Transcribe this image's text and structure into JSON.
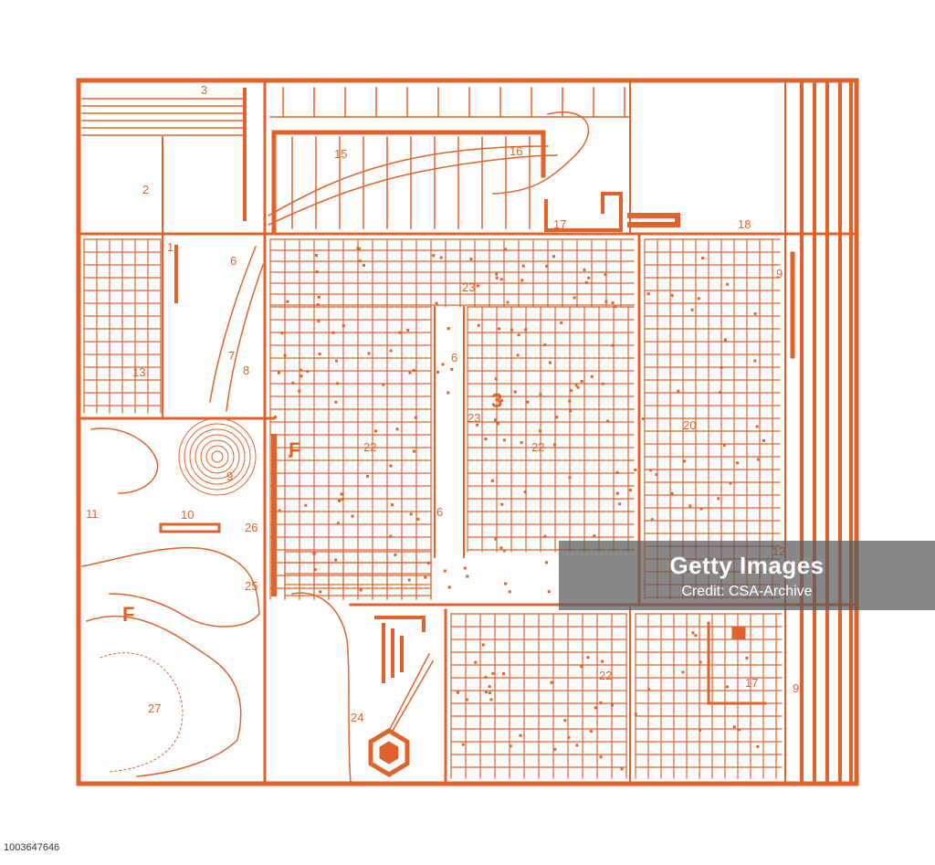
{
  "colors": {
    "ink": "#e2622b",
    "paper": "#ffffff",
    "watermark_bg": "#5a5a5a"
  },
  "map": {
    "labels": [
      "3",
      "2",
      "15",
      "16",
      "17",
      "18",
      "1",
      "6",
      "9",
      "13",
      "7",
      "8",
      "23",
      "6",
      "3",
      "23",
      "20",
      "22",
      "22",
      "9",
      "11",
      "10",
      "26",
      "6",
      "12",
      "25",
      "27",
      "22",
      "17",
      "9",
      "24",
      "F",
      "F"
    ]
  },
  "watermark": {
    "brand": "Getty Images",
    "credit": "Credit: CSA-Archive"
  },
  "image_id": "1003647646"
}
